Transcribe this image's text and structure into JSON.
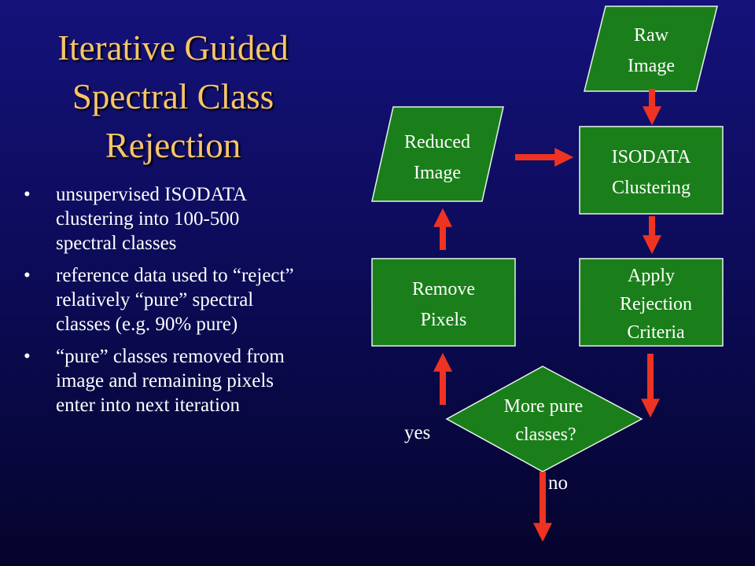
{
  "colors": {
    "node_fill": "#1a7f1a",
    "node_stroke": "#e8f4e8",
    "arrow": "#ee3322",
    "title": "#f8c46a",
    "text": "#ffffff"
  },
  "title_lines": [
    "Iterative Guided",
    "Spectral Class",
    "Rejection"
  ],
  "bullets": [
    "unsupervised ISODATA clustering into 100-500 spectral classes",
    "reference data used to “reject” relatively “pure” spectral classes (e.g. 90% pure)",
    "“pure” classes removed from image and remaining pixels enter into next iteration"
  ],
  "bullet_glyph": "•",
  "nodes": {
    "raw_image": {
      "shape": "parallelogram",
      "lines": [
        "Raw",
        "Image"
      ]
    },
    "reduced_image": {
      "shape": "parallelogram",
      "lines": [
        "Reduced",
        "Image"
      ]
    },
    "isodata": {
      "shape": "rectangle",
      "lines": [
        "ISODATA",
        "Clustering"
      ]
    },
    "remove_pixels": {
      "shape": "rectangle",
      "lines": [
        "Remove",
        "Pixels"
      ]
    },
    "apply_rejection": {
      "shape": "rectangle",
      "lines": [
        "Apply",
        "Rejection",
        "Criteria"
      ]
    },
    "decision": {
      "shape": "diamond",
      "lines": [
        "More pure",
        "classes?"
      ]
    }
  },
  "edge_labels": {
    "yes": "yes",
    "no": "no"
  },
  "edges": [
    {
      "from": "raw_image",
      "to": "isodata"
    },
    {
      "from": "reduced_image",
      "to": "isodata"
    },
    {
      "from": "isodata",
      "to": "apply_rejection"
    },
    {
      "from": "apply_rejection",
      "to": "decision"
    },
    {
      "from": "decision",
      "to": "remove_pixels",
      "label": "yes"
    },
    {
      "from": "remove_pixels",
      "to": "reduced_image"
    },
    {
      "from": "decision",
      "to": "exit",
      "label": "no"
    }
  ]
}
